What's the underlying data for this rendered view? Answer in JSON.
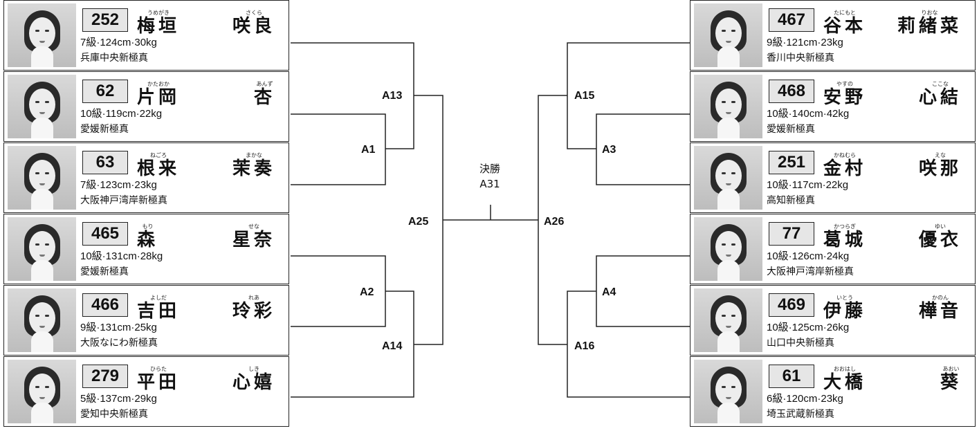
{
  "left_players": [
    {
      "number": "252",
      "family": "梅垣",
      "family_ruby": "うめがき",
      "given": "咲良",
      "given_ruby": "さくら",
      "info": "7級·124cm·30kg",
      "dojo": "兵庫中央新極真"
    },
    {
      "number": "62",
      "family": "片岡",
      "family_ruby": "かたおか",
      "given": "杏",
      "given_ruby": "あんず",
      "info": "10級·119cm·22kg",
      "dojo": "愛媛新極真"
    },
    {
      "number": "63",
      "family": "根来",
      "family_ruby": "ねごろ",
      "given": "茉奏",
      "given_ruby": "まかな",
      "info": "7級·123cm·23kg",
      "dojo": "大阪神戸湾岸新極真"
    },
    {
      "number": "465",
      "family": "森",
      "family_ruby": "もり",
      "given": "星奈",
      "given_ruby": "せな",
      "info": "10級·131cm·28kg",
      "dojo": "愛媛新極真"
    },
    {
      "number": "466",
      "family": "吉田",
      "family_ruby": "よしだ",
      "given": "玲彩",
      "given_ruby": "れあ",
      "info": "9級·131cm·25kg",
      "dojo": "大阪なにわ新極真"
    },
    {
      "number": "279",
      "family": "平田",
      "family_ruby": "ひらた",
      "given": "心嬉",
      "given_ruby": "しき",
      "info": "5級·137cm·29kg",
      "dojo": "愛知中央新極真"
    }
  ],
  "right_players": [
    {
      "number": "467",
      "family": "谷本",
      "family_ruby": "たにもと",
      "given": "莉緒菜",
      "given_ruby": "りおな",
      "info": "9級·121cm·23kg",
      "dojo": "香川中央新極真"
    },
    {
      "number": "468",
      "family": "安野",
      "family_ruby": "やすの",
      "given": "心結",
      "given_ruby": "ここな",
      "info": "10級·140cm·42kg",
      "dojo": "愛媛新極真"
    },
    {
      "number": "251",
      "family": "金村",
      "family_ruby": "かねむら",
      "given": "咲那",
      "given_ruby": "えな",
      "info": "10級·117cm·22kg",
      "dojo": "高知新極真"
    },
    {
      "number": "77",
      "family": "葛城",
      "family_ruby": "かつらぎ",
      "given": "優衣",
      "given_ruby": "ゆい",
      "info": "10級·126cm·24kg",
      "dojo": "大阪神戸湾岸新極真"
    },
    {
      "number": "469",
      "family": "伊藤",
      "family_ruby": "いとう",
      "given": "樺音",
      "given_ruby": "かのん",
      "info": "10級·125cm·26kg",
      "dojo": "山口中央新極真"
    },
    {
      "number": "61",
      "family": "大橋",
      "family_ruby": "おおはし",
      "given": "葵",
      "given_ruby": "あおい",
      "info": "6級·120cm·23kg",
      "dojo": "埼玉武蔵新極真"
    }
  ],
  "matches": {
    "a1": "A1",
    "a2": "A2",
    "a3": "A3",
    "a4": "A4",
    "a13": "A13",
    "a14": "A14",
    "a15": "A15",
    "a16": "A16",
    "a25": "A25",
    "a26": "A26"
  },
  "final": {
    "title": "決勝",
    "code": "A31"
  }
}
